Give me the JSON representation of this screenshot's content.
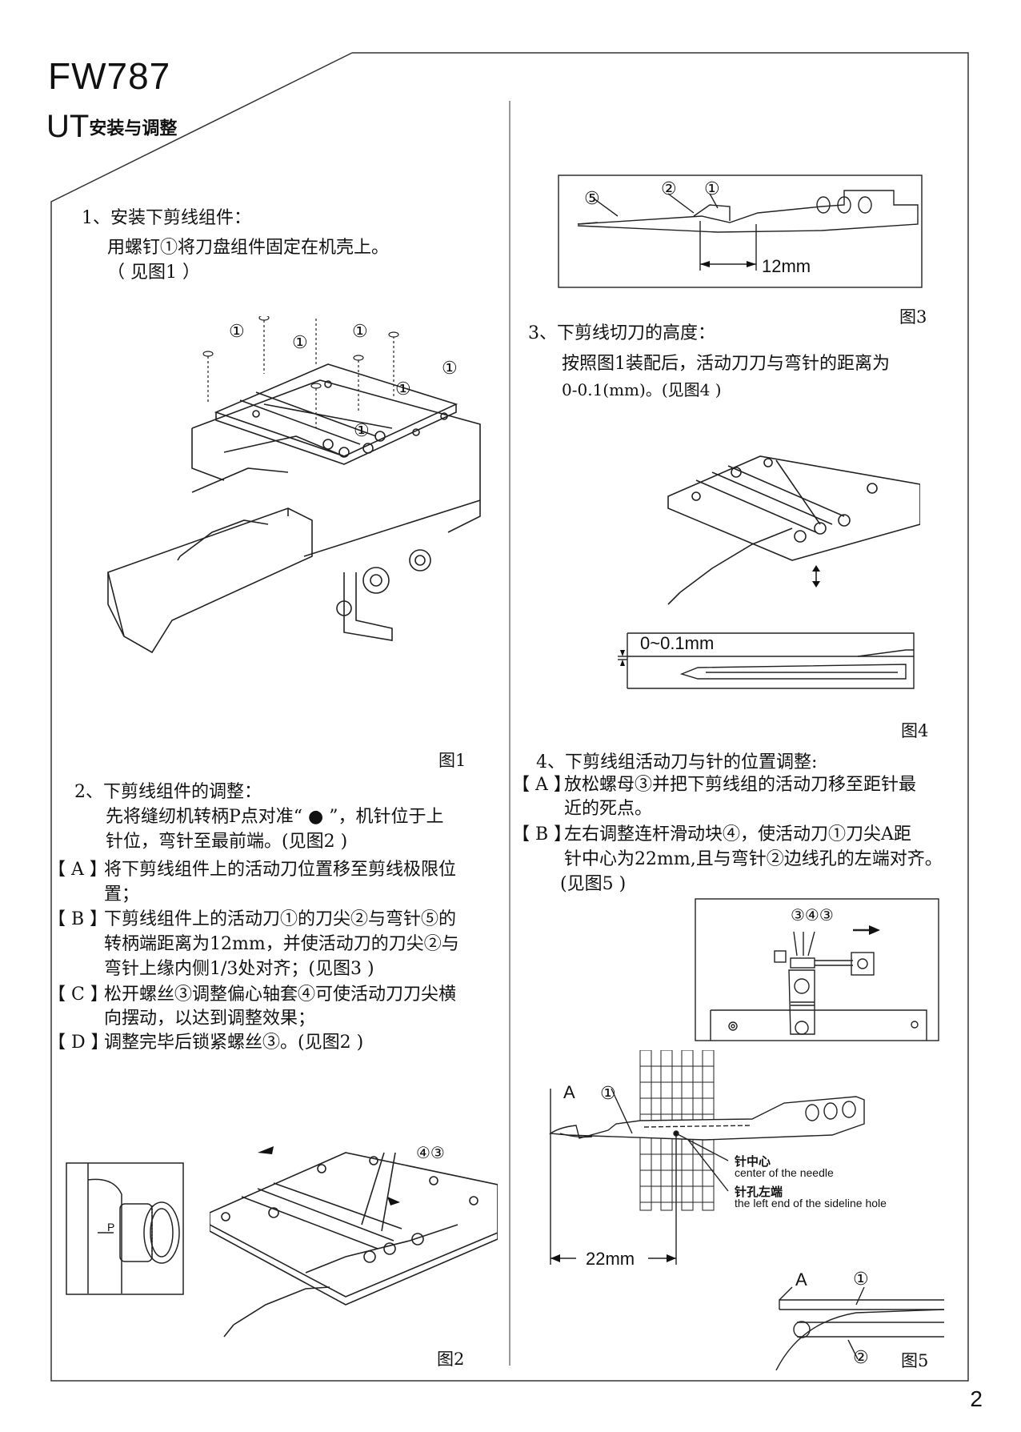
{
  "header": {
    "model": "FW787",
    "prefix": "UT",
    "title": "安装与调整"
  },
  "page_number": "2",
  "left": {
    "s1": {
      "heading": "1、安装下剪线组件：",
      "line1": "用螺钉①将刀盘组件固定在机壳上。",
      "line2": "（ 见图1 ）"
    },
    "fig1": {
      "caption": "图1",
      "label": "①"
    },
    "s2": {
      "heading": "2、下剪线组件的调整：",
      "intro1": "先将缝纫机转柄P点对准“ ● ”，机针位于上",
      "intro2": "针位，弯针至最前端。(见图2 )",
      "a_tag": "【 A 】",
      "a1": "将下剪线组件上的活动刀位置移至剪线极限位",
      "a2": "置；",
      "b_tag": "【 B 】",
      "b1": "下剪线组件上的活动刀①的刀尖②与弯针⑤的",
      "b2": "转柄端距离为12mm，并使活动刀的刀尖②与",
      "b3": "弯针上缘内侧1/3处对齐；(见图3 )",
      "c_tag": "【 C 】",
      "c1": "松开螺丝③调整偏心轴套④可使活动刀刀尖横",
      "c2": "向摆动，以达到调整效果；",
      "d_tag": "【 D 】",
      "d1": "调整完毕后锁紧螺丝③。(见图2 )"
    },
    "fig2": {
      "caption": "图2",
      "p_label": "P",
      "labels": "④③"
    }
  },
  "right": {
    "fig3": {
      "caption": "图3",
      "n5": "⑤",
      "n2": "②",
      "n1": "①",
      "dim": "12mm"
    },
    "s3": {
      "heading": "3、下剪线切刀的高度：",
      "line1": "按照图1装配后，活动刀刀与弯针的距离为",
      "line2": "0-0.1(mm)。(见图4 )"
    },
    "fig4": {
      "caption": "图4",
      "dim": "0~0.1mm"
    },
    "s4": {
      "heading": "4、下剪线组活动刀与针的位置调整:",
      "a_tag": "【 A 】",
      "a1": "放松螺母③并把下剪线组的活动刀移至距针最",
      "a2": "近的死点。",
      "b_tag": "【 B 】",
      "b1": "左右调整连杆滑动块④，使活动刀①刀尖A距",
      "b2": "针中心为22mm,且与弯针②边线孔的左端对齐。",
      "b3": "(见图5 )"
    },
    "fig5": {
      "caption": "图5",
      "labels": "③④③",
      "a": "A",
      "n1": "①",
      "n2": "②",
      "dim": "22mm",
      "needle_cn": "针中心",
      "needle_en": "center of the needle",
      "hole_cn": "针孔左端",
      "hole_en": "the left end of the sideline hole"
    }
  }
}
